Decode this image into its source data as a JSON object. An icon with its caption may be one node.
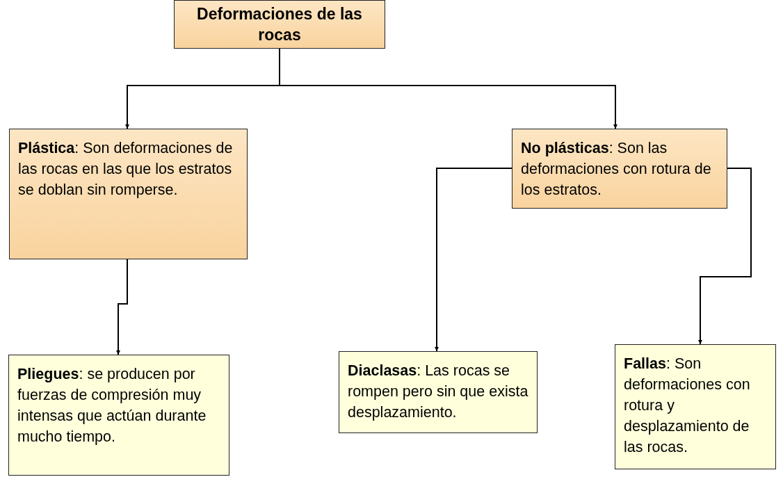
{
  "diagram": {
    "nodes": [
      {
        "text": [
          "Deformaciones de las rocas"
        ]
      },
      {
        "text": [
          "**Plástica**: Son deformaciones de las rocas en las que los estratos se doblan sin romperse."
        ]
      },
      {
        "text": [
          "**No plásticas**: Son las deformaciones con rotura de los estratos."
        ]
      },
      {
        "text": [
          "**Pliegues**: se producen por fuerzas de compresión muy intensas que actúan durante mucho tiempo."
        ]
      },
      {
        "text": [
          "**Diaclasas**: Las rocas se rompen pero sin que exista desplazamiento."
        ]
      },
      {
        "text": [
          "**Fallas**: Son deformaciones con rotura y desplazamiento de las rocas."
        ]
      }
    ],
    "edges": [
      {
        "from": 0,
        "to": 1,
        "arrow": "to"
      },
      {
        "from": 0,
        "to": 2,
        "arrow": "to"
      },
      {
        "from": 1,
        "to": 3,
        "arrow": "to"
      },
      {
        "from": 2,
        "to": 4,
        "arrow": "to"
      },
      {
        "from": 2,
        "to": 5,
        "arrow": "to"
      }
    ]
  }
}
